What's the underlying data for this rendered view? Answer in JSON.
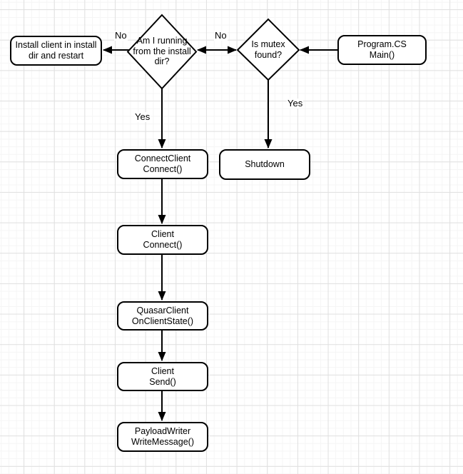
{
  "nodes": {
    "install_restart": {
      "lines": [
        "Install client in install",
        "dir and restart"
      ]
    },
    "am_i_running": {
      "lines": [
        "Am I running",
        "from the install",
        "dir?"
      ]
    },
    "is_mutex_found": {
      "lines": [
        "Is mutex",
        "found?"
      ]
    },
    "program_cs": {
      "lines": [
        "Program.CS",
        "Main()"
      ]
    },
    "shutdown": {
      "lines": [
        "Shutdown"
      ]
    },
    "connect_client": {
      "lines": [
        "ConnectClient",
        "Connect()"
      ]
    },
    "client_connect": {
      "lines": [
        "Client",
        "Connect()"
      ]
    },
    "quasar_client": {
      "lines": [
        "QuasarClient",
        "OnClientState()"
      ]
    },
    "client_send": {
      "lines": [
        "Client",
        "Send()"
      ]
    },
    "payload_writer": {
      "lines": [
        "PayloadWriter",
        "WriteMessage()"
      ]
    }
  },
  "edge_labels": {
    "running_no": "No",
    "mutex_no": "No",
    "running_yes": "Yes",
    "mutex_yes": "Yes"
  },
  "colors": {
    "stroke": "#000000",
    "node_fill": "#ffffff",
    "grid_minor": "#f5f5f5",
    "grid_major": "#e0e0e0",
    "background": "#ffffff"
  }
}
